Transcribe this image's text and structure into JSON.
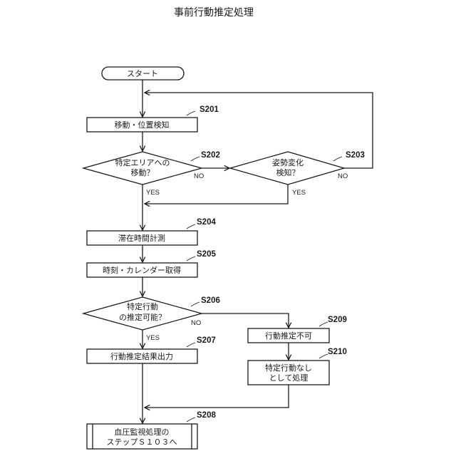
{
  "title": "事前行動推定処理",
  "start": {
    "label": "スタート"
  },
  "steps": {
    "s201": {
      "id": "S201",
      "label": "移動・位置検知"
    },
    "s202": {
      "id": "S202",
      "line1": "特定エリアへの",
      "line2": "移動？",
      "yes": "YES",
      "no": "NO"
    },
    "s203": {
      "id": "S203",
      "line1": "姿勢変化",
      "line2": "検知？",
      "yes": "YES",
      "no": "NO"
    },
    "s204": {
      "id": "S204",
      "label": "滞在時間計測"
    },
    "s205": {
      "id": "S205",
      "label": "時刻・カレンダー取得"
    },
    "s206": {
      "id": "S206",
      "line1": "特定行動",
      "line2": "の推定可能？",
      "yes": "YES",
      "no": "NO"
    },
    "s207": {
      "id": "S207",
      "label": "行動推定結果出力"
    },
    "s208": {
      "id": "S208",
      "line1": "血圧監視処理の",
      "line2": "ステップＳ１０３へ"
    },
    "s209": {
      "id": "S209",
      "label": "行動推定不可"
    },
    "s210": {
      "id": "S210",
      "line1": "特定行動なし",
      "line2": "として処理"
    }
  }
}
